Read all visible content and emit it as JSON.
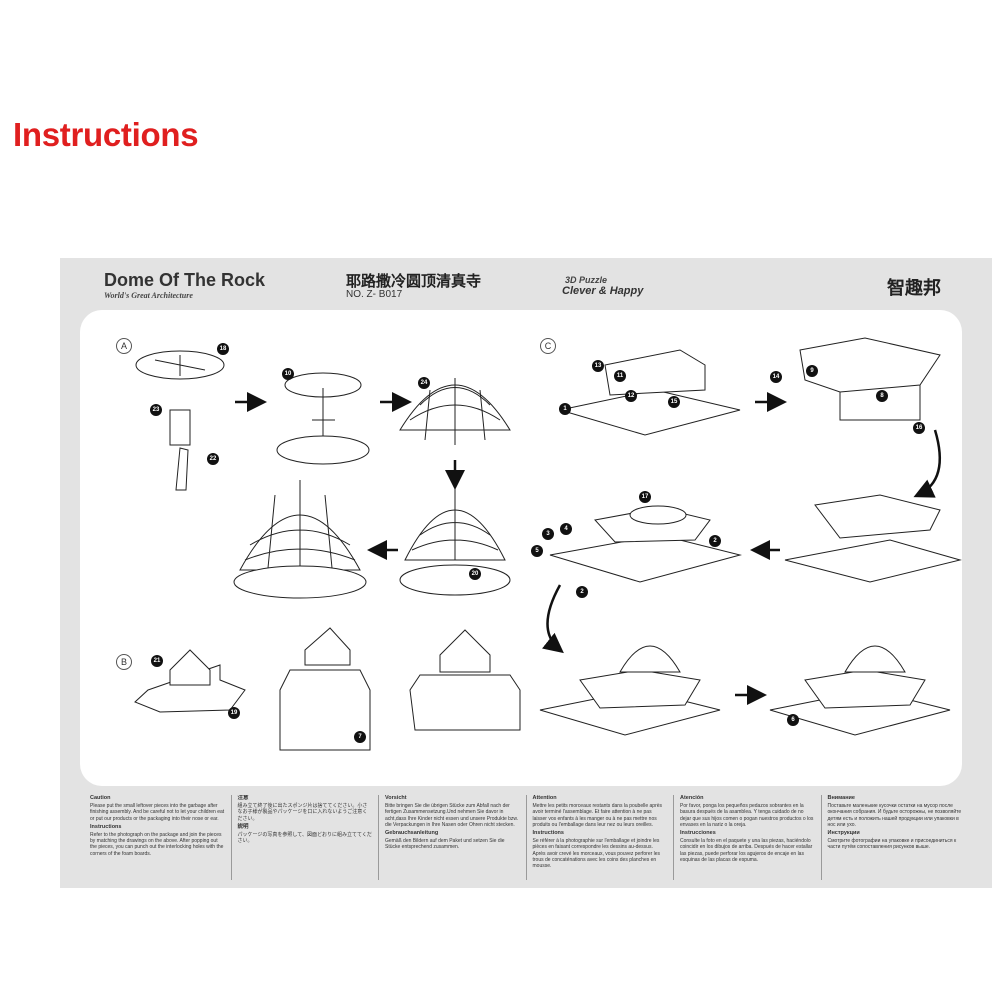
{
  "heading": "Instructions",
  "sheet": {
    "title_en": "Dome Of The Rock",
    "subtitle_en": "World's Great Architecture",
    "title_cn": "耶路撒冷圆顶清真寺",
    "model_no": "NO. Z- B017",
    "brand_top": "3D Puzzle",
    "brand_bottom": "Clever & Happy",
    "logo": "智趣邦"
  },
  "sections": {
    "a": "A",
    "b": "B",
    "c": "C"
  },
  "part_numbers": [
    "18",
    "23",
    "22",
    "10",
    "24",
    "20",
    "21",
    "19",
    "7",
    "13",
    "11",
    "12",
    "15",
    "1",
    "14",
    "9",
    "8",
    "16",
    "17",
    "3",
    "4",
    "5",
    "2",
    "2",
    "6"
  ],
  "notes": [
    {
      "caution_title": "Caution",
      "caution_text": "Please put the small leftover pieces into the garbage after finishing assembly. And be careful not to let your children eat or put our products or the packaging into their nose or ear.",
      "instr_title": "Instructions",
      "instr_text": "Refer to the photograph on the package and join the pieces by matching the drawings on the above. After popping out the pieces, you can punch out the interlocking holes with the corners of the foam boards."
    },
    {
      "caution_title": "注意",
      "caution_text": "組み立て終了後に出たスポンジ片は捨ててください。小さなお子様が製品やパッケージを口に入れないようご注意ください。",
      "instr_title": "説明",
      "instr_text": "パッケージの写真を参照して、図面どおりに組み立ててください。"
    },
    {
      "caution_title": "Vorsicht",
      "caution_text": "Bitte bringen Sie die übrigen Stücke zum Abfall nach der fertigen Zusammensetzung.Und nehmen Sie davor in acht,dass Ihre Kinder nicht essen und unsere Produkte bzw. die Verpackungen in Ihre Nasen oder Ohren nicht stecken.",
      "instr_title": "Gebrauchsanleitung",
      "instr_text": "Gemäß den Bildern auf dem Paket und setzen Sie die Stücke entsprechend zusammen."
    },
    {
      "caution_title": "Attention",
      "caution_text": "Mettre les petits morceaux restants dans la poubelle après avoir terminé l'assemblage. Et faire attention à ne pas laisser vos enfants à les manger ou à ne pas mettre nos produits ou l'emballage dans leur nez ou leurs oreilles.",
      "instr_title": "Instructions",
      "instr_text": "Se référer à la photographie sur l'emballage et joindre les pièces en faisant correspondre les dessins au-dessus. Après avoir crevé les morceaux, vous pouvez perforer les trous de concaténations avec les coins des planches en mousse."
    },
    {
      "caution_title": "Atención",
      "caution_text": "Por favor, ponga los pequeños pedazos sobrantes en la basura después de la asamblea. Y tenga cuidado de no dejar que sus hijos comen o pogan nuestros productos o los envases en la nariz o la oreja.",
      "instr_title": "Instrucciones",
      "instr_text": "Consulte la foto en el paquete y una las piezas, haciéndolo coincidir en los dibujos de arriba. Después de hacer estallar las piezas, puede perforar los agujeros de encaje en las esquinas de las placas de espuma."
    },
    {
      "caution_title": "Внимание",
      "caution_text": "Поставьте маленькие кусочки остатки на мусор после окончания собрания. И будьте осторожны, не позволяйте детям есть и положить нашей продукции или упаковки в нос или ухо.",
      "instr_title": "Инструкции",
      "instr_text": "Смотрите фотографии на упаковке и присоединиться к части путём сопоставления рисунков выше."
    }
  ]
}
